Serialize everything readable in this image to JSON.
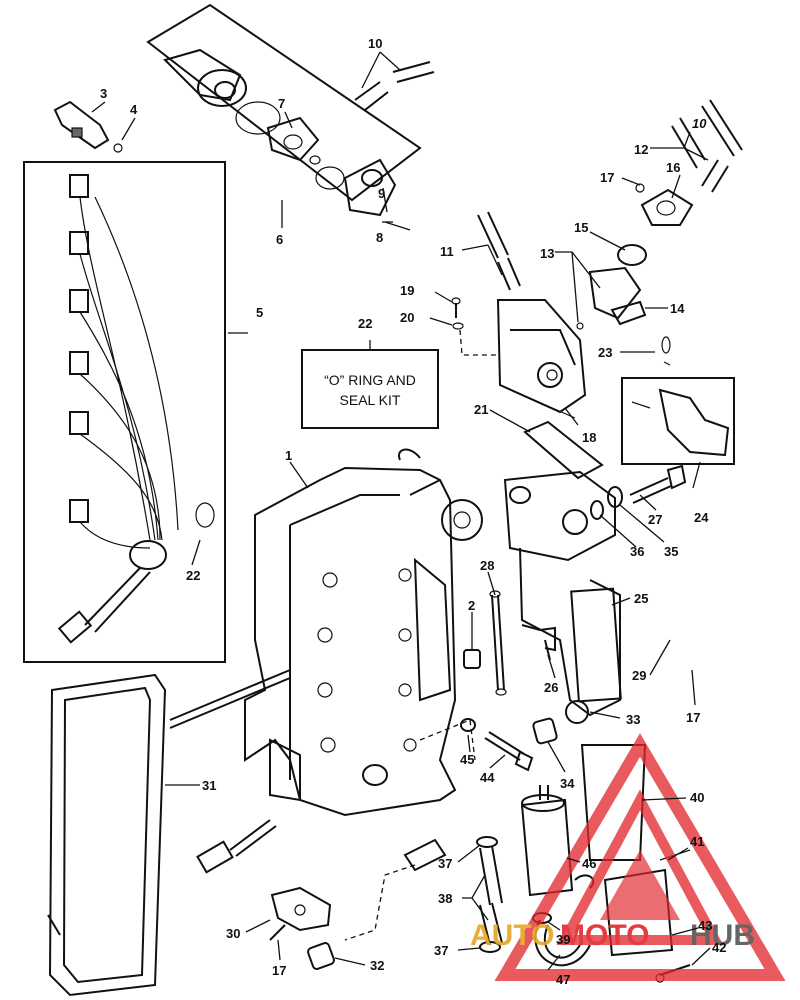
{
  "kit_label": {
    "line1": "“O” RING AND",
    "line2": "SEAL KIT"
  },
  "callouts": {
    "c1": "1",
    "c2": "2",
    "c3": "3",
    "c4": "4",
    "c5": "5",
    "c6": "6",
    "c7": "7",
    "c8": "8",
    "c9": "9",
    "c10a": "10",
    "c10b": "10",
    "c11": "11",
    "c12": "12",
    "c13": "13",
    "c14": "14",
    "c15": "15",
    "c16": "16",
    "c17a": "17",
    "c17b": "17",
    "c17c": "17",
    "c18": "18",
    "c19": "19",
    "c20": "20",
    "c21": "21",
    "c22a": "22",
    "c22b": "22",
    "c23": "23",
    "c24": "24",
    "c25": "25",
    "c26": "26",
    "c27": "27",
    "c28": "28",
    "c29": "29",
    "c30": "30",
    "c31": "31",
    "c32": "32",
    "c33": "33",
    "c34": "34",
    "c35": "35",
    "c36": "36",
    "c37a": "37",
    "c37b": "37",
    "c38": "38",
    "c39": "39",
    "c40": "40",
    "c41": "41",
    "c42": "42",
    "c43": "43",
    "c44": "44",
    "c45": "45",
    "c46": "46",
    "c47": "47"
  },
  "watermark": {
    "part1": "AUTO",
    "part2": "MOTO",
    "part3": "HUB",
    "color_red": "#e0282e",
    "color_gold": "#e5a623",
    "color_gray": "#555555"
  }
}
